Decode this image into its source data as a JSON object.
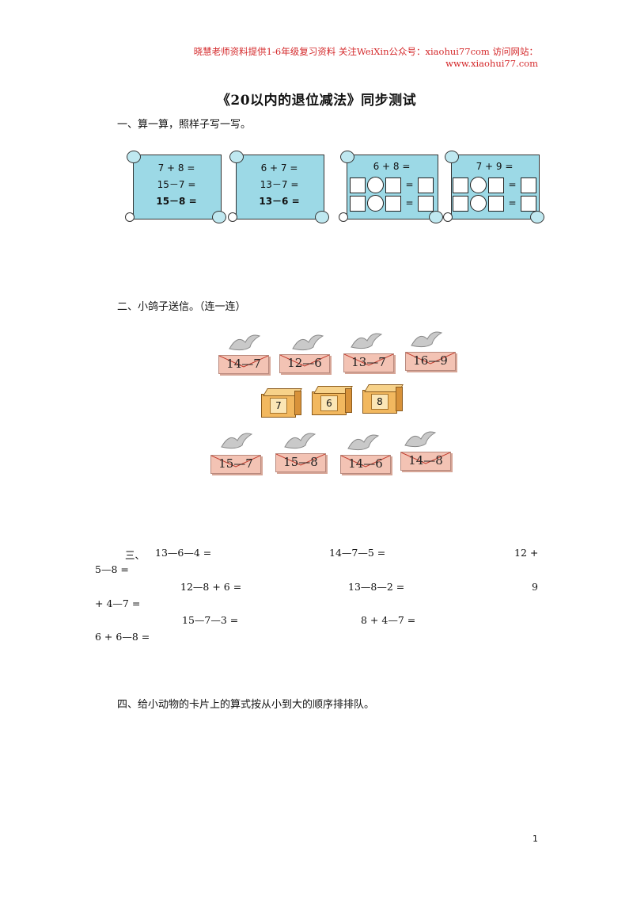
{
  "header": {
    "line1": "晓慧老师资料提供1-6年级复习资料 关注WeiXin公众号：xiaohui77com 访问网站：",
    "line2": "www.xiaohui77.com"
  },
  "title": "《20以内的退位减法》同步测试",
  "section1": {
    "heading": "一、算一算，照样子写一写。",
    "cards": [
      {
        "lines": [
          "7 + 8 =",
          "15－7 =",
          "15－8 ="
        ]
      },
      {
        "lines": [
          "6 + 7 =",
          "13－7 =",
          "13－6 ="
        ]
      },
      {
        "lines": [
          "6 + 8 ="
        ],
        "equals": "="
      },
      {
        "lines": [
          "7 + 9 ="
        ],
        "equals": "="
      }
    ]
  },
  "section2": {
    "heading": "二、小鸽子送信。（连一连）",
    "top_envelopes": [
      "14—7",
      "12—6",
      "13—7",
      "16—9"
    ],
    "boxes": [
      "7",
      "6",
      "8"
    ],
    "bottom_envelopes": [
      "15—7",
      "15—8",
      "14—6",
      "14—8"
    ]
  },
  "section3": {
    "label": "三、",
    "row1": [
      "13—6—4 =",
      "14—7—5 =",
      "12 +"
    ],
    "row1_wrap": "5—8 =",
    "row2": [
      "12—8 + 6 =",
      "13—8—2 =",
      "9"
    ],
    "row2_wrap": "+ 4—7 =",
    "row3": [
      "15—7—3 =",
      "8 + 4—7 =",
      ""
    ],
    "row3_wrap": "6 + 6—8 ="
  },
  "section4": {
    "heading": "四、给小动物的卡片上的算式按从小到大的顺序排排队。"
  },
  "page_number": "1"
}
